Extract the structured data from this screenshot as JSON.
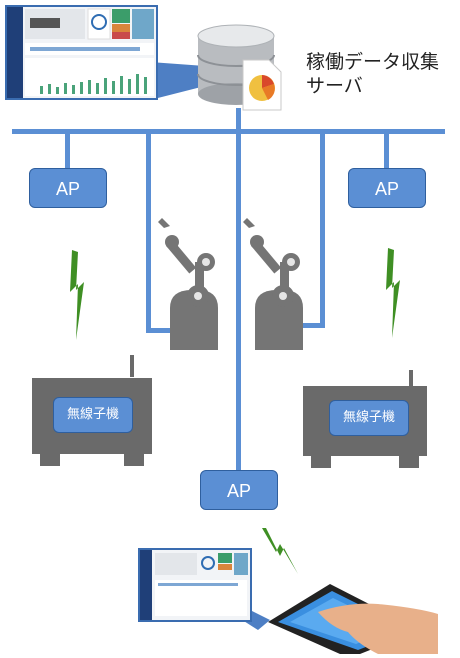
{
  "server": {
    "label_line1": "稼働データ収集",
    "label_line2": "サーバ"
  },
  "access_points": [
    {
      "label": "AP"
    },
    {
      "label": "AP"
    },
    {
      "label": "AP"
    }
  ],
  "wireless_units": [
    {
      "label": "無線子機"
    },
    {
      "label": "無線子機"
    }
  ],
  "colors": {
    "network_line": "#5b8fd4",
    "ap_fill": "#5b8fd4",
    "robot_gray": "#757575",
    "unit_gray": "#6a6a6a",
    "lightning": "#3f8f24"
  },
  "icons": [
    "database-server-icon",
    "pie-chart-document-icon",
    "robot-arm-icon",
    "wireless-signal-icon",
    "tablet-icon",
    "hand-icon"
  ]
}
